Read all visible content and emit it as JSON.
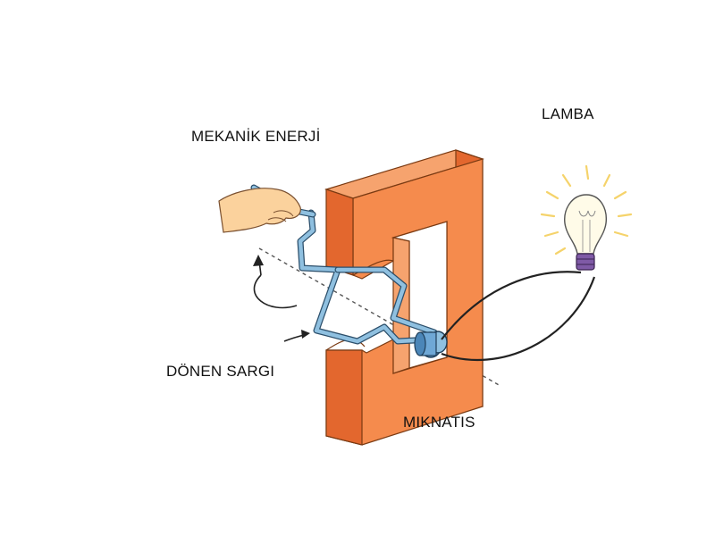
{
  "labels": {
    "mechanical_energy": "MEKANİK ENERJİ",
    "lamp": "LAMBA",
    "rotating_coil": "DÖNEN SARGI",
    "magnet": "MIKNATIS"
  },
  "colors": {
    "magnet_front": "#f58b4d",
    "magnet_side": "#e3672e",
    "magnet_top": "#f6a36e",
    "coil_wire": "#8fc0e0",
    "wire": "#222222",
    "hand": "#fbd29d",
    "bulb_glass": "#fffbe8",
    "bulb_base": "#7f5aa6",
    "bulb_rays": "#f5d36b"
  },
  "icons": {
    "hand": "hand-icon",
    "crank": "crank-handle-icon",
    "rotation": "rotation-arrow-icon",
    "bulb": "light-bulb-icon"
  }
}
